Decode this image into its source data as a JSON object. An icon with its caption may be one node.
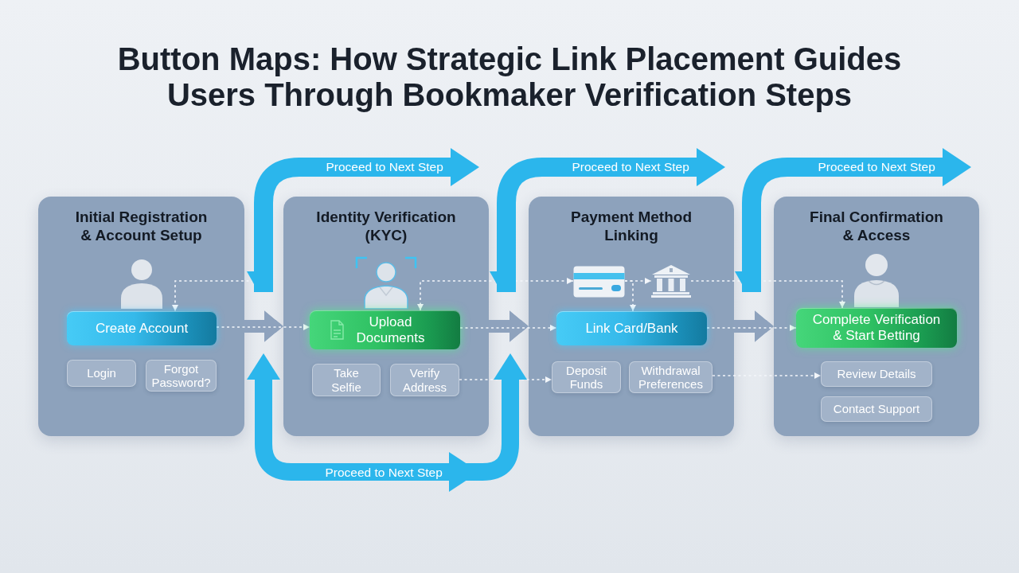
{
  "diagram": {
    "title": "Button Maps: How Strategic Link Placement Guides Users Through Bookmaker Verification Steps",
    "nodes": [
      {
        "text": [
          "Initial Registration & Account Setup"
        ]
      },
      {
        "text": [
          "Create Account"
        ],
        "in": 0
      },
      {
        "text": [
          "Login"
        ],
        "in": 0
      },
      {
        "text": [
          "Forgot Password?"
        ],
        "in": 0
      },
      {
        "text": [
          "Identity Verification (KYC)"
        ]
      },
      {
        "text": [
          "Upload Documents"
        ],
        "in": 4
      },
      {
        "text": [
          "Take Selfie"
        ],
        "in": 4
      },
      {
        "text": [
          "Verify Address"
        ],
        "in": 4
      },
      {
        "text": [
          "Payment Method Linking"
        ]
      },
      {
        "text": [],
        "shape": "picture",
        "in": 8
      },
      {
        "text": [],
        "shape": "picture",
        "in": 8
      },
      {
        "text": [
          "Link Card/Bank"
        ],
        "in": 8
      },
      {
        "text": [
          "Deposit Funds"
        ],
        "in": 8
      },
      {
        "text": [
          "Withdrawal Preferences"
        ],
        "in": 8
      },
      {
        "text": [
          "Final Confirmation & Access"
        ]
      },
      {
        "text": [
          "Complete Verification & Start Betting"
        ],
        "in": 14
      },
      {
        "text": [
          "Review Details"
        ],
        "in": 14
      },
      {
        "text": [
          "Contact Support"
        ],
        "in": 14
      }
    ],
    "edges": [
      {
        "from": 0,
        "to": 4,
        "arrow": "to",
        "style": "thick",
        "color": "#8ea2bd"
      },
      {
        "from": 4,
        "to": 8,
        "arrow": "to",
        "style": "thick",
        "color": "#8ea2bd"
      },
      {
        "from": 8,
        "to": 14,
        "arrow": "to",
        "style": "thick",
        "color": "#8ea2bd"
      },
      {
        "from": 1,
        "to": 5,
        "arrow": "to",
        "style": "dashed"
      },
      {
        "from": null,
        "to": 1,
        "arrow": "to",
        "style": "dashed"
      },
      {
        "from": 5,
        "to": 9,
        "arrow": "both",
        "style": "dashed"
      },
      {
        "from": 5,
        "to": 11,
        "arrow": "to",
        "style": "dashed"
      },
      {
        "from": 9,
        "to": 10,
        "arrow": "to",
        "style": "dashed"
      },
      {
        "from": 9,
        "to": 11,
        "arrow": "to",
        "style": "dashed"
      },
      {
        "from": 10,
        "to": 15,
        "arrow": "to",
        "style": "dashed"
      },
      {
        "from": 11,
        "to": 15,
        "arrow": "to",
        "style": "dashed"
      },
      {
        "from": 7,
        "to": 12,
        "arrow": "to",
        "style": "dashed"
      },
      {
        "from": 13,
        "to": 16,
        "arrow": "to",
        "style": "dashed"
      }
    ],
    "labels": [
      "Proceed to Next Step",
      "Proceed to Next Step",
      "Proceed to Next Step",
      "Proceed to Next Step"
    ]
  }
}
